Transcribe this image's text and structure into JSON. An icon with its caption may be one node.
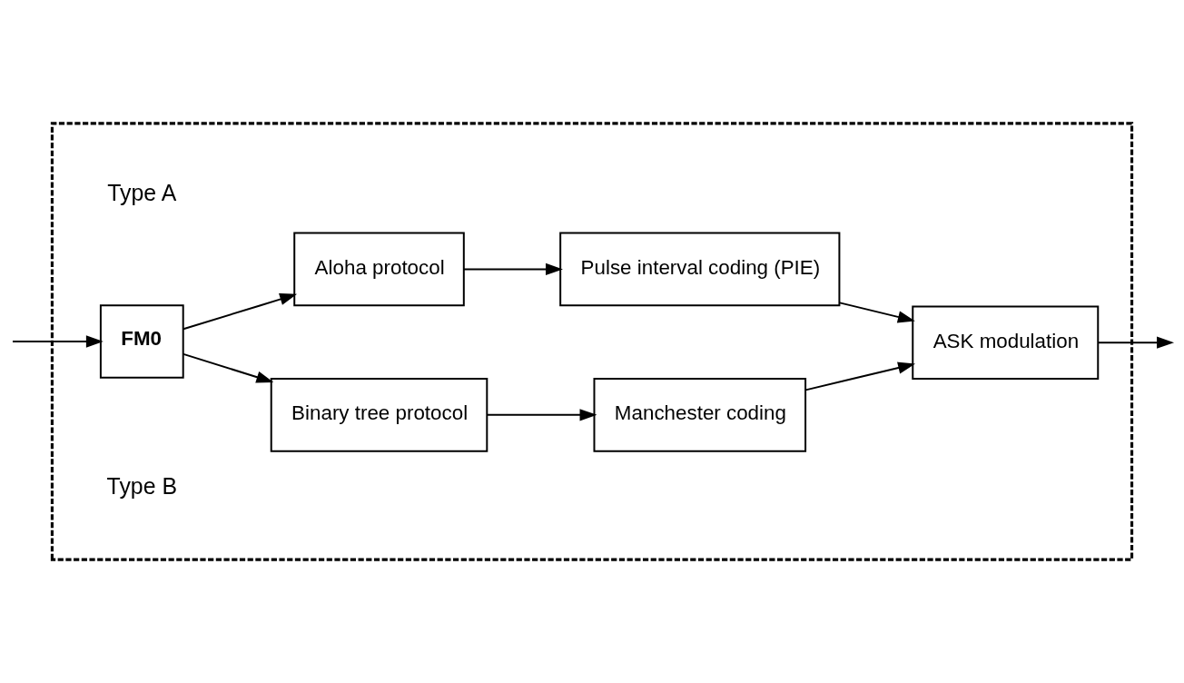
{
  "diagram": {
    "nodes": [
      {
        "text": [],
        "shape": "box"
      },
      {
        "text": [
          "FM0"
        ],
        "in": 0
      },
      {
        "text": [
          "Aloha protocol"
        ],
        "in": 0
      },
      {
        "text": [
          "Pulse interval coding (PIE)"
        ],
        "in": 0
      },
      {
        "text": [
          "Binary tree protocol"
        ],
        "in": 0
      },
      {
        "text": [
          "Manchester coding"
        ],
        "in": 0
      },
      {
        "text": [
          "ASK modulation"
        ],
        "in": 0
      }
    ],
    "edges": [
      {
        "from": null,
        "to": 1,
        "arrow": "to"
      },
      {
        "from": 1,
        "to": 2,
        "arrow": "to"
      },
      {
        "from": 1,
        "to": 4,
        "arrow": "to"
      },
      {
        "from": 2,
        "to": 3,
        "arrow": "to"
      },
      {
        "from": 4,
        "to": 5,
        "arrow": "to"
      },
      {
        "from": 3,
        "to": 6,
        "arrow": "to"
      },
      {
        "from": 5,
        "to": 6,
        "arrow": "to"
      },
      {
        "from": 6,
        "to": null,
        "arrow": "to"
      }
    ],
    "labels": [
      "Type A",
      "Type B"
    ]
  }
}
